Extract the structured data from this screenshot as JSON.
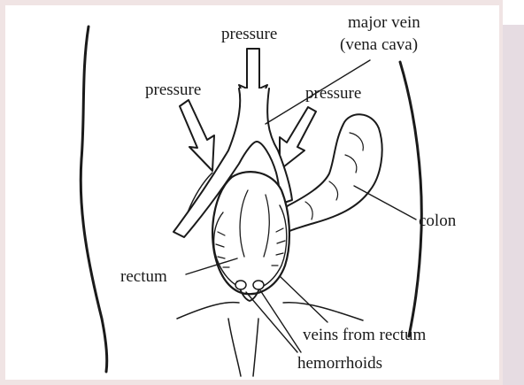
{
  "figure": {
    "labels": {
      "pressure_top": "pressure",
      "pressure_left": "pressure",
      "pressure_right": "pressure",
      "major_vein_line1": "major vein",
      "major_vein_line2": "(vena cava)",
      "colon": "colon",
      "rectum": "rectum",
      "veins_from_rectum": "veins from rectum",
      "hemorrhoids": "hemorrhoids"
    },
    "colors": {
      "frame_border": "#f0e4e4",
      "side_panel": "#e6dce2",
      "ink": "#1a1a1a"
    }
  }
}
